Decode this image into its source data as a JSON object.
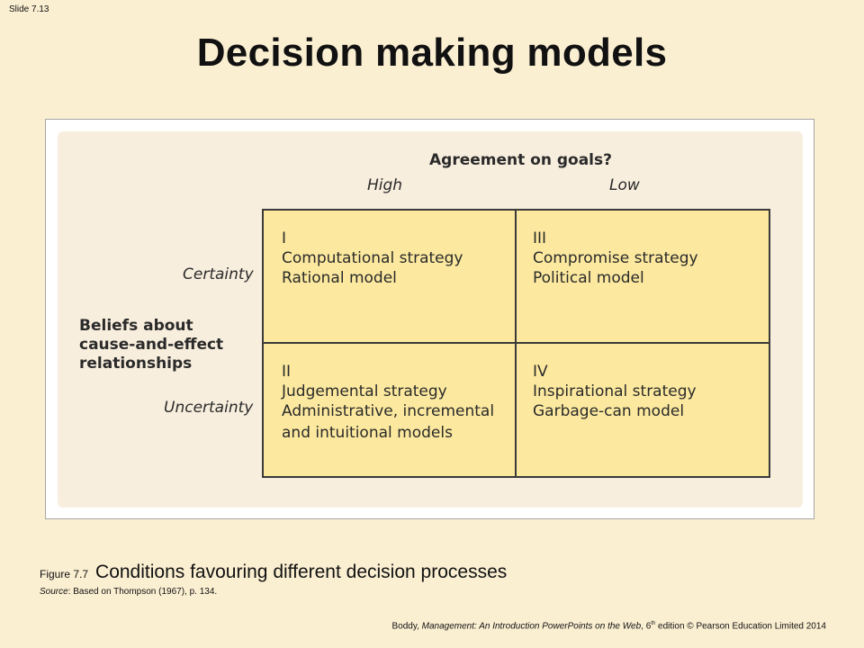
{
  "slide_number": "Slide 7.13",
  "title": "Decision making models",
  "diagram": {
    "column_header": "Agreement on goals?",
    "columns": [
      "High",
      "Low"
    ],
    "row_header": [
      "Beliefs about",
      "cause-and-effect",
      "relationships"
    ],
    "rows": [
      "Certainty",
      "Uncertainty"
    ],
    "cells": [
      {
        "lines": [
          "I",
          "Computational strategy",
          "Rational model"
        ]
      },
      {
        "lines": [
          "III",
          "Compromise strategy",
          "Political model"
        ]
      },
      {
        "lines": [
          "II",
          "Judgemental strategy",
          "Administrative, incremental",
          "and intuitional models"
        ]
      },
      {
        "lines": [
          "IV",
          "Inspirational strategy",
          "Garbage-can model"
        ]
      }
    ]
  },
  "caption": {
    "figure_label": "Figure 7.7",
    "text": "Conditions favouring different decision processes"
  },
  "source": {
    "label": "Source",
    "text": ": Based on Thompson (1967), p. 134."
  },
  "footer": {
    "author": "Boddy, ",
    "book": "Management: An Introduction PowerPoints on the Web",
    "edition": ", 6",
    "edition_sup": "th",
    "rest": " edition © Pearson Education Limited 2014"
  },
  "colors": {
    "slide_background": "#fbefd2",
    "panel_background": "#f8eedd",
    "cell_fill": "#fce99f"
  }
}
